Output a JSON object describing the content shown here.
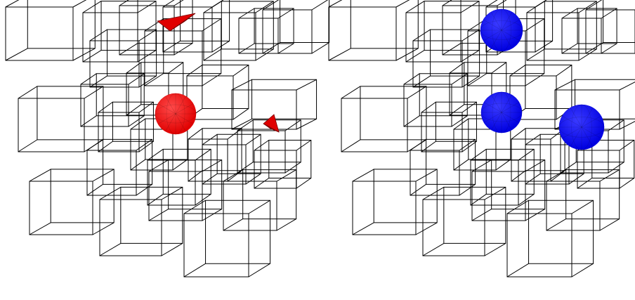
{
  "colors": {
    "background": "#ffffff",
    "wireframe": "#000000",
    "left_shapes": "#e00000",
    "right_shapes": "#0000e0"
  },
  "panels": [
    {
      "name": "left-panel",
      "wireframe_cubes": 27,
      "highlighted_objects": [
        {
          "kind": "sphere",
          "color": "red"
        },
        {
          "kind": "tetrahedron-fragment",
          "color": "red"
        },
        {
          "kind": "tetrahedron-fragment",
          "color": "red"
        }
      ]
    },
    {
      "name": "right-panel",
      "wireframe_cubes": 27,
      "highlighted_objects": [
        {
          "kind": "sphere",
          "color": "blue"
        },
        {
          "kind": "sphere",
          "color": "blue"
        },
        {
          "kind": "sphere",
          "color": "blue"
        }
      ]
    }
  ]
}
